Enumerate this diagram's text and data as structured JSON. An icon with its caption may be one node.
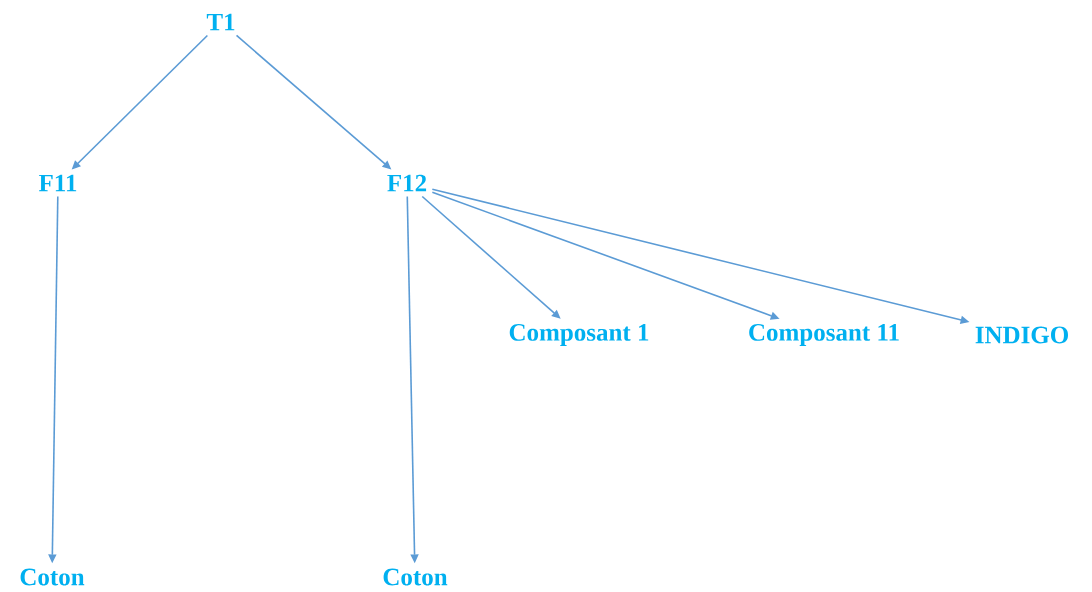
{
  "diagram": {
    "nodes": [
      {
        "text": [
          "T1"
        ]
      },
      {
        "text": [
          "F11"
        ]
      },
      {
        "text": [
          "F12"
        ]
      },
      {
        "text": [
          "Coton"
        ]
      },
      {
        "text": [
          "Coton"
        ]
      },
      {
        "text": [
          "Composant 1"
        ]
      },
      {
        "text": [
          "Composant 11"
        ]
      },
      {
        "text": [
          "INDIGO"
        ]
      }
    ],
    "edges": [
      {
        "from": 0,
        "to": 1,
        "arrow": "to"
      },
      {
        "from": 0,
        "to": 2,
        "arrow": "to"
      },
      {
        "from": 1,
        "to": 3,
        "arrow": "to"
      },
      {
        "from": 2,
        "to": 4,
        "arrow": "to"
      },
      {
        "from": 2,
        "to": 5,
        "arrow": "to"
      },
      {
        "from": 2,
        "to": 6,
        "arrow": "to"
      },
      {
        "from": 2,
        "to": 7,
        "arrow": "to"
      }
    ]
  }
}
